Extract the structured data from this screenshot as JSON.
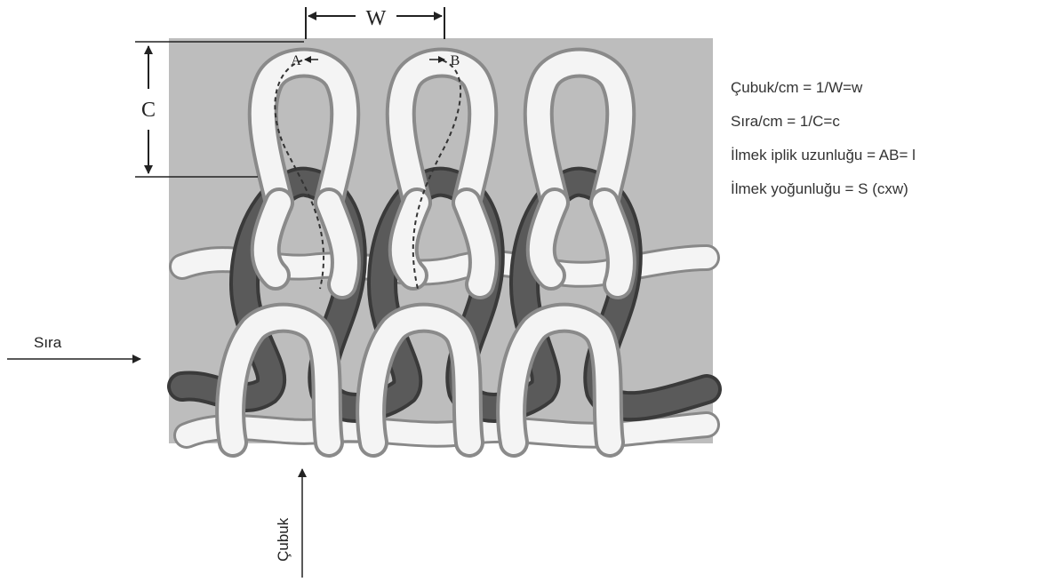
{
  "labels": {
    "width_symbol": "W",
    "course_symbol": "C",
    "point_a": "A",
    "point_b": "B",
    "row_label": "Sıra",
    "wale_label": "Çubuk"
  },
  "formulas": [
    "Çubuk/cm = 1/W=w",
    "Sıra/cm = 1/C=c",
    "İlmek iplik uzunluğu = AB= l",
    "İlmek yoğunluğu = S (cxw)"
  ],
  "colors": {
    "fabric_background": "#bdbdbd",
    "dark_yarn": "#5a5a5a",
    "light_yarn": "#f4f4f4"
  }
}
